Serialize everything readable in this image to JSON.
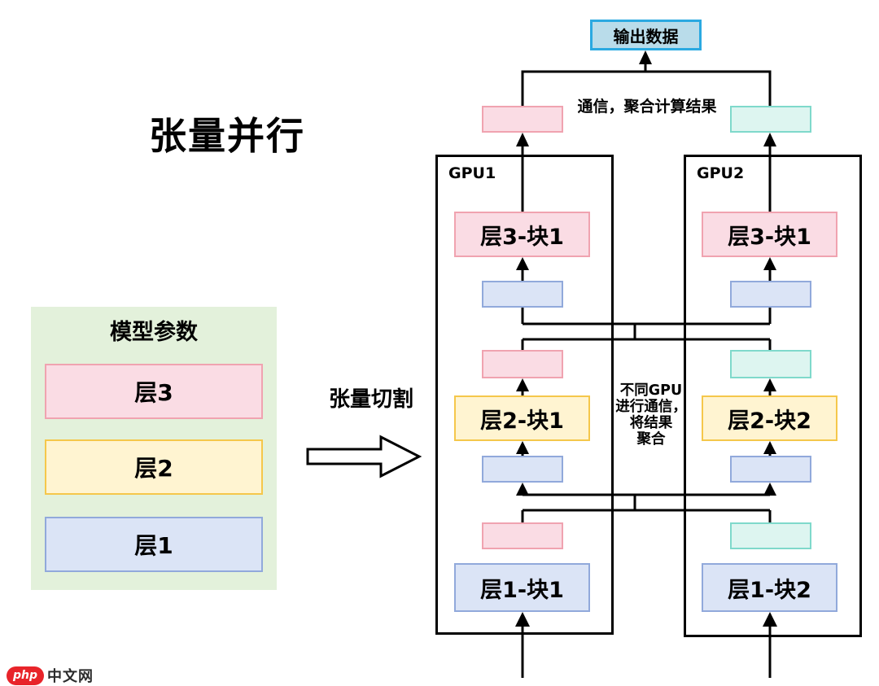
{
  "title": "张量并行",
  "tensor_cut_label": "张量切割",
  "output_box_label": "输出数据",
  "top_annotation": "通信，聚合计算结果",
  "middle_annotation": {
    "line1": "不同GPU",
    "line2": "进行通信，",
    "line3": "将结果",
    "line4": "聚合"
  },
  "model_params": {
    "header": "模型参数",
    "layer3": "层3",
    "layer2": "层2",
    "layer1": "层1"
  },
  "gpu1": {
    "label": "GPU1",
    "layer3_block": "层3-块1",
    "layer2_block": "层2-块1",
    "layer1_block": "层1-块1"
  },
  "gpu2": {
    "label": "GPU2",
    "layer3_block": "层3-块1",
    "layer2_block": "层2-块2",
    "layer1_block": "层1-块2"
  },
  "watermark": {
    "logo": "php",
    "site": "中文网"
  },
  "colors": {
    "pink_fill": "#FADCE4",
    "pink_border": "#F0A3B0",
    "yellow_fill": "#FFF4D1",
    "yellow_border": "#F5C74B",
    "blue_fill": "#DBE4F6",
    "blue_border": "#91A9DB",
    "teal_fill": "#DDF5F0",
    "teal_border": "#7FD9CB",
    "green_panel_fill": "#E3F1DB",
    "output_fill": "#B9DCEA",
    "output_border": "#2BA9E1",
    "line_color": "#000000",
    "watermark_red": "#E8242A"
  }
}
